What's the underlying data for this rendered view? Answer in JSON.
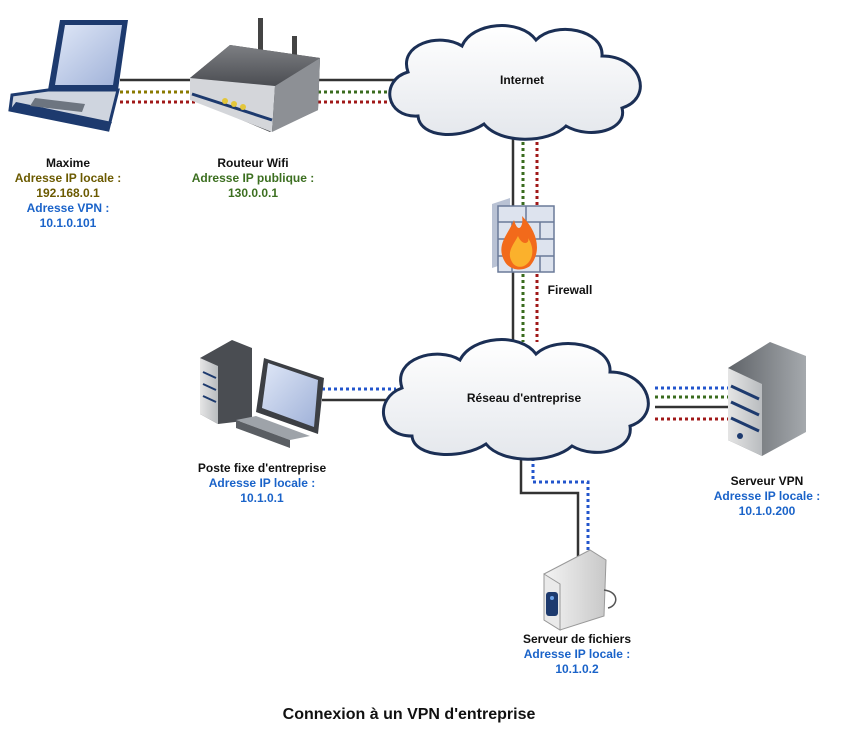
{
  "caption": "Connexion à un VPN d'entreprise",
  "colors": {
    "cable": "#333333",
    "vpn_link": "#2255cc",
    "local_link": "#8a7a00",
    "public_link": "#3a6b1e",
    "red_link": "#a01818",
    "cloud_stroke": "#1b2f55"
  },
  "clouds": {
    "internet": "Internet",
    "corporate": "Réseau d'entreprise"
  },
  "nodes": {
    "laptop": {
      "icon": "laptop-icon",
      "name": "Maxime",
      "local_ip_label": "Adresse IP locale :",
      "local_ip": "192.168.0.1",
      "vpn_label": "Adresse VPN :",
      "vpn_ip": "10.1.0.101"
    },
    "router": {
      "icon": "wifi-router-icon",
      "name": "Routeur Wifi",
      "public_ip_label": "Adresse IP publique :",
      "public_ip": "130.0.0.1"
    },
    "firewall": {
      "icon": "firewall-icon",
      "name": "Firewall"
    },
    "workstation": {
      "icon": "desktop-computer-icon",
      "name": "Poste fixe d'entreprise",
      "local_ip_label": "Adresse IP locale :",
      "local_ip": "10.1.0.1"
    },
    "vpn_server": {
      "icon": "server-tower-icon",
      "name": "Serveur VPN",
      "local_ip_label": "Adresse IP locale :",
      "local_ip": "10.1.0.200"
    },
    "file_server": {
      "icon": "file-server-icon",
      "name": "Serveur de fichiers",
      "local_ip_label": "Adresse IP locale :",
      "local_ip": "10.1.0.2"
    }
  }
}
